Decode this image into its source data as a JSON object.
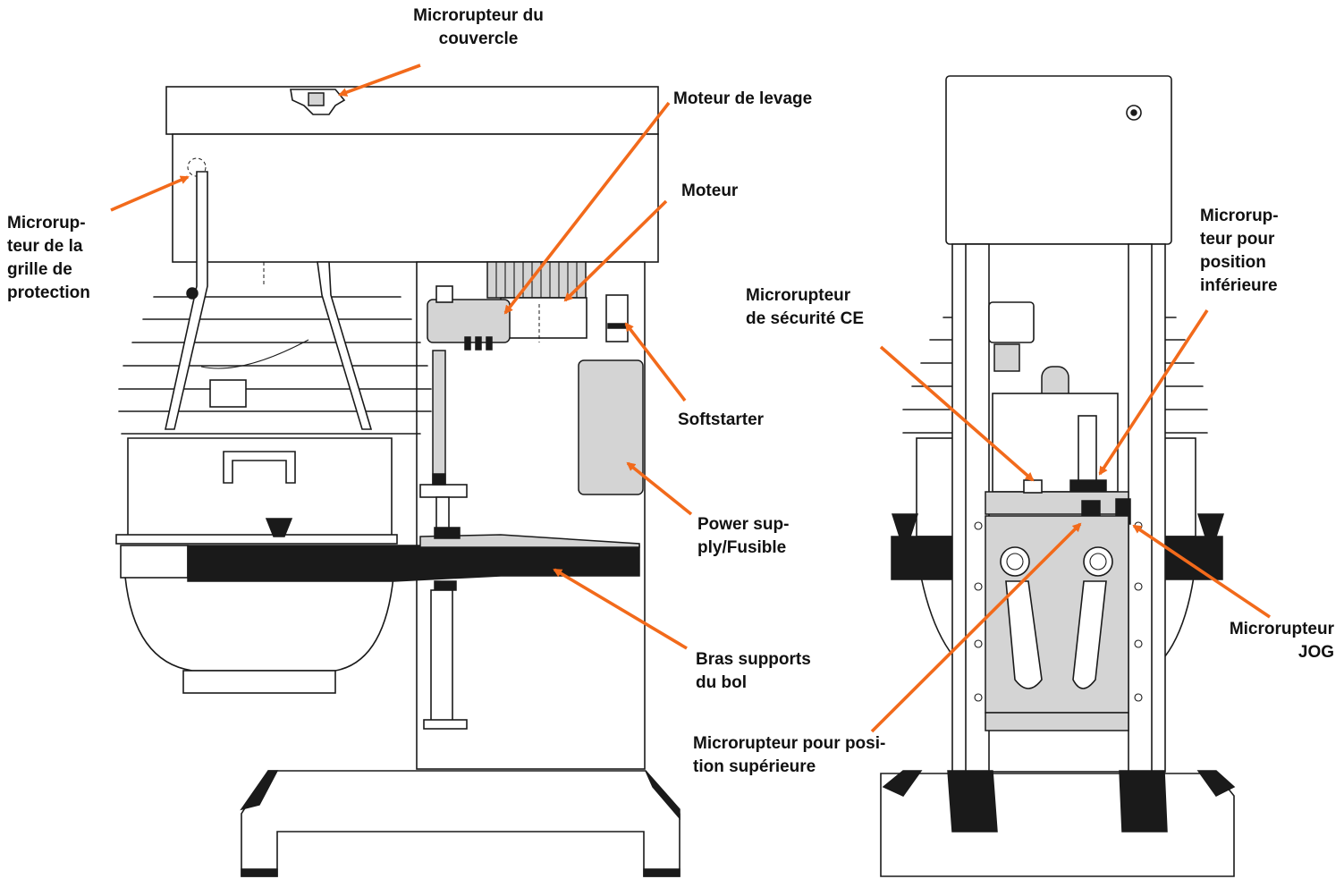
{
  "colors": {
    "arrow": "#f26a1b",
    "line": "#1a1a1a",
    "metal": "#d4d4d4",
    "dark": "#1a1a1a"
  },
  "labels": {
    "lid_switch": "Microrupteur du\ncouvercle",
    "lift_motor": "Moteur de levage",
    "motor": "Moteur",
    "guard_switch": "Microrup-\nteur de la\ngrille de\nprotection",
    "softstarter": "Softstarter",
    "power_supply": "Power sup-\nply/Fusible",
    "bowl_arms": "Bras supports\ndu bol",
    "ce_switch": "Microrupteur\nde sécurité CE",
    "lower_switch": "Microrup-\nteur pour\nposition\ninférieure",
    "jog_switch": "Microrupteur\nJOG",
    "upper_switch": "Microrupteur pour posi-\ntion supérieure"
  }
}
